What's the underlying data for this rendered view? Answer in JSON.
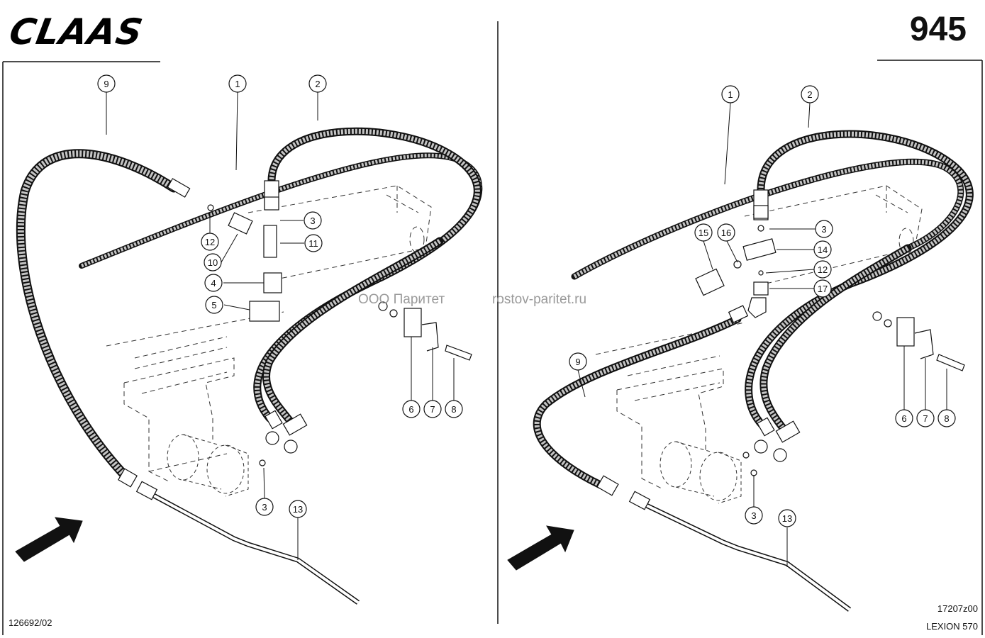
{
  "header": {
    "logo_text": "CLAAS",
    "page_number": "945"
  },
  "watermark": {
    "company": "ООО Паритет",
    "site": "rostov-paritet.ru"
  },
  "footer": {
    "left_code": "126692/02",
    "right_code": "17207z00",
    "model": "LEXION 570"
  },
  "left_diagram": {
    "callouts": [
      "9",
      "1",
      "2",
      "3",
      "11",
      "12",
      "10",
      "4",
      "5",
      "6",
      "7",
      "8",
      "3",
      "13"
    ]
  },
  "right_diagram": {
    "callouts": [
      "1",
      "2",
      "3",
      "15",
      "16",
      "14",
      "12",
      "17",
      "9",
      "6",
      "7",
      "8",
      "3",
      "13"
    ]
  },
  "colors": {
    "ink": "#111111",
    "hose_fill": "#bdbdbd",
    "watermark": "#9a9a9a"
  }
}
